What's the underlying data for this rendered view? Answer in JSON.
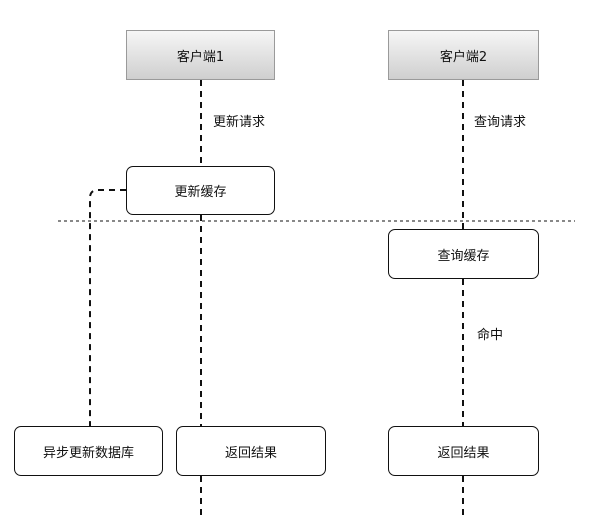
{
  "actors": {
    "client1": "客户端1",
    "client2": "客户端2"
  },
  "boxes": {
    "update_cache": "更新缓存",
    "query_cache": "查询缓存",
    "async_update_db": "异步更新数据库",
    "return_result_1": "返回结果",
    "return_result_2": "返回结果"
  },
  "edge_labels": {
    "update_request": "更新请求",
    "query_request": "查询请求",
    "hit": "命中"
  },
  "colors": {
    "line": "#111111",
    "actor_border": "#9a9a9a",
    "actor_fill_top": "#f6f6f6",
    "actor_fill_bottom": "#cfcfcf"
  }
}
